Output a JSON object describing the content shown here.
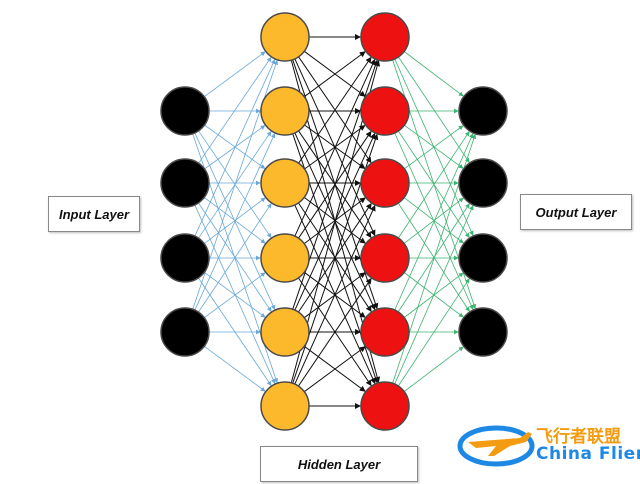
{
  "labels": {
    "input": "Input Layer",
    "hidden": "Hidden Layer",
    "output": "Output Layer"
  },
  "layers": [
    {
      "name": "input",
      "count": 4,
      "color": "#000000"
    },
    {
      "name": "hidden1",
      "count": 6,
      "color": "#fdb92c"
    },
    {
      "name": "hidden2",
      "count": 6,
      "color": "#ee1111"
    },
    {
      "name": "output",
      "count": 4,
      "color": "#000000"
    }
  ],
  "connection_colors": {
    "input_to_hidden1": "#6aa8d8",
    "hidden1_to_hidden2": "#111111",
    "hidden2_to_output": "#3cb371"
  },
  "watermark": {
    "chinese": "飞行者联盟",
    "english": "China Flier",
    "colors": {
      "chinese": "#f39c12",
      "english": "#1e88e5"
    }
  }
}
